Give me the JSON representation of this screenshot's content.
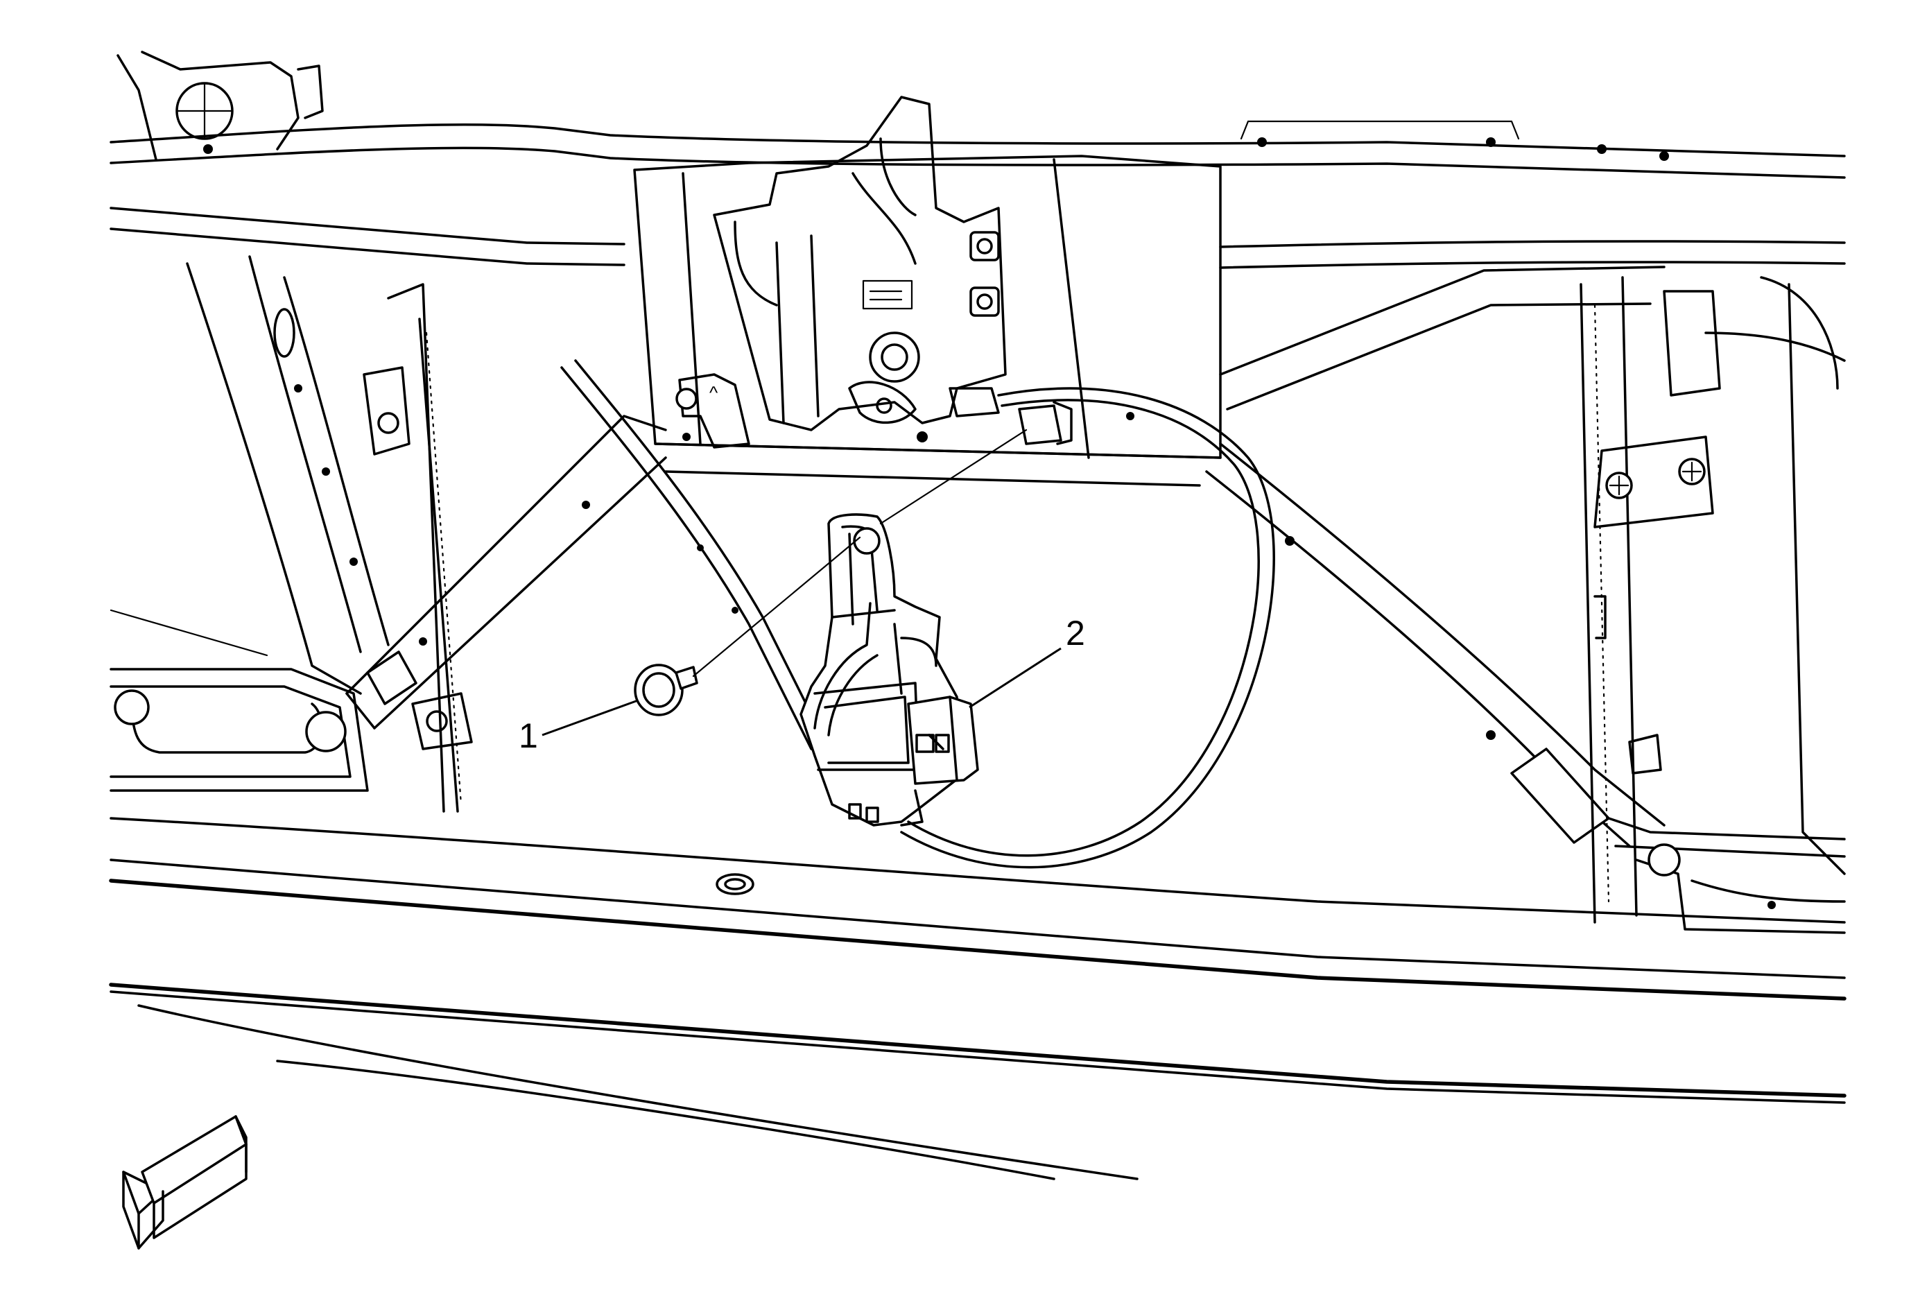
{
  "callouts": [
    {
      "id": "1",
      "label": "1"
    },
    {
      "id": "2",
      "label": "2"
    }
  ],
  "icons": {
    "direction": "forward-arrow-icon"
  }
}
